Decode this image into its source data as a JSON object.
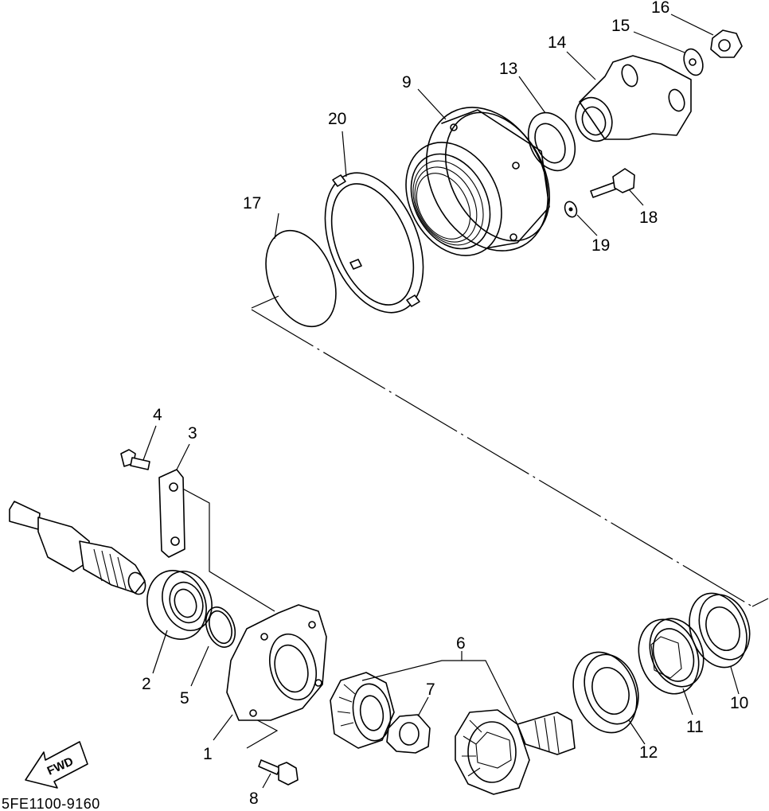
{
  "diagram": {
    "drawing_code": "5FE1100-9160",
    "direction_label": "FWD",
    "callouts": {
      "c1": "1",
      "c2": "2",
      "c3": "3",
      "c4": "4",
      "c5": "5",
      "c6": "6",
      "c7": "7",
      "c8": "8",
      "c9": "9",
      "c10": "10",
      "c11": "11",
      "c12": "12",
      "c13": "13",
      "c14": "14",
      "c15": "15",
      "c16": "16",
      "c17": "17",
      "c18": "18",
      "c19": "19",
      "c20": "20"
    },
    "icons": {
      "direction_arrow": "fwd-arrow-icon"
    }
  }
}
